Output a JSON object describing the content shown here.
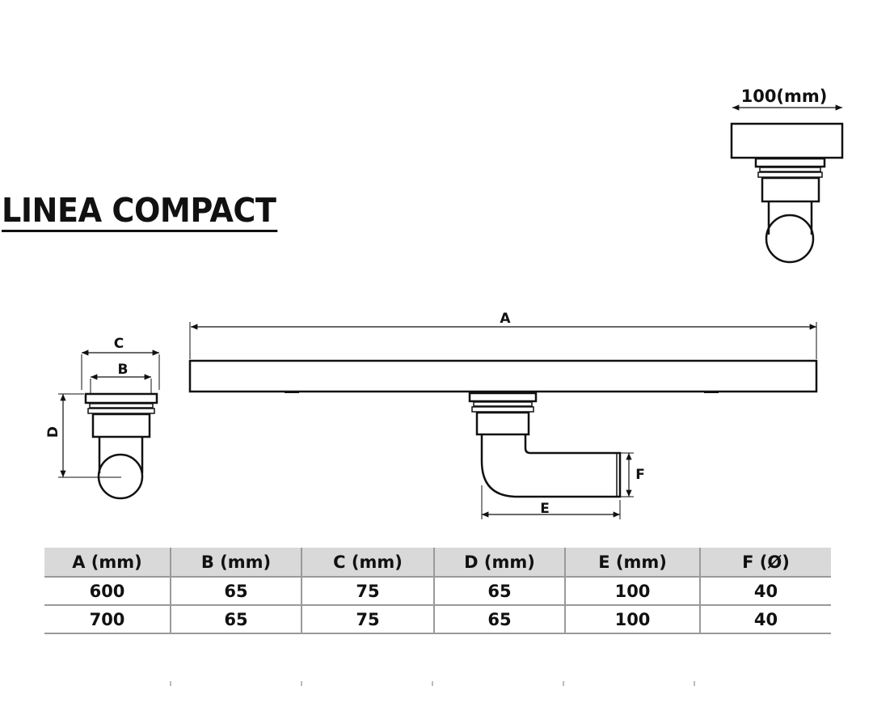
{
  "title": "LINEA COMPACT",
  "drawing": {
    "top_view_width_label": "100(mm)",
    "dim_A": "A",
    "dim_B": "B",
    "dim_C": "C",
    "dim_D": "D",
    "dim_E": "E",
    "dim_F": "F"
  },
  "table": {
    "headers": [
      "A (mm)",
      "B (mm)",
      "C (mm)",
      "D (mm)",
      "E (mm)",
      "F (Ø)"
    ],
    "rows": [
      [
        "600",
        "65",
        "75",
        "65",
        "100",
        "40"
      ],
      [
        "700",
        "65",
        "75",
        "65",
        "100",
        "40"
      ]
    ]
  }
}
